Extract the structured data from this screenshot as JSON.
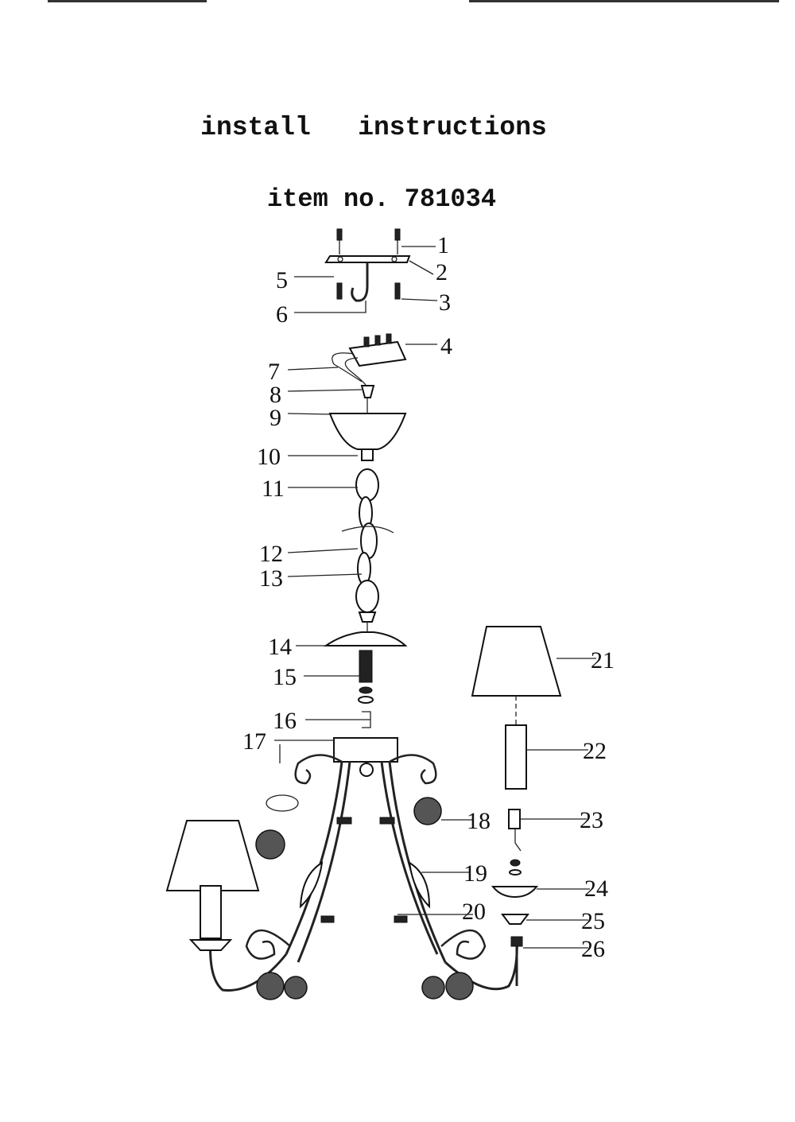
{
  "document": {
    "title": "install   instructions",
    "item_number": "item no. 781034"
  },
  "labels": [
    "1",
    "2",
    "3",
    "4",
    "5",
    "6",
    "7",
    "8",
    "9",
    "10",
    "11",
    "12",
    "13",
    "14",
    "15",
    "16",
    "17",
    "18",
    "19",
    "20",
    "21",
    "22",
    "23",
    "24",
    "25",
    "26"
  ]
}
